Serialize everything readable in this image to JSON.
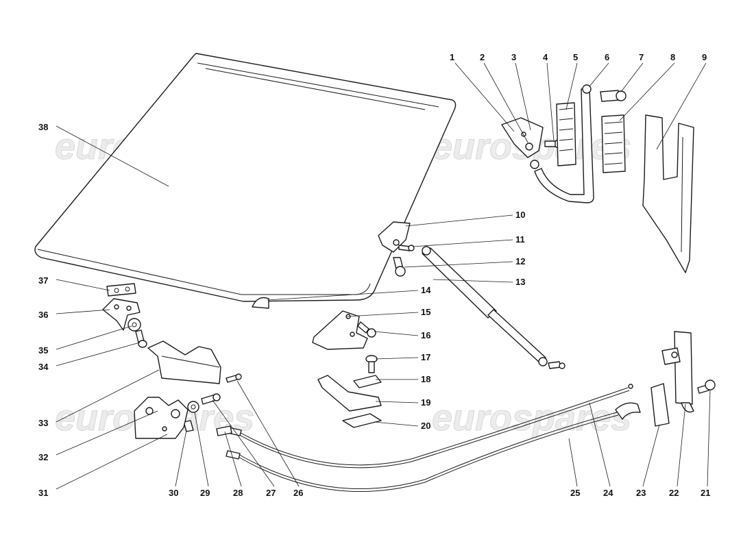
{
  "watermark": {
    "text": "eurospares"
  },
  "callouts": [
    "1",
    "2",
    "3",
    "4",
    "5",
    "6",
    "7",
    "8",
    "9",
    "10",
    "11",
    "12",
    "13",
    "14",
    "15",
    "16",
    "17",
    "18",
    "19",
    "20",
    "21",
    "22",
    "23",
    "24",
    "25",
    "26",
    "27",
    "28",
    "29",
    "30",
    "31",
    "32",
    "33",
    "34",
    "35",
    "36",
    "37",
    "38"
  ]
}
